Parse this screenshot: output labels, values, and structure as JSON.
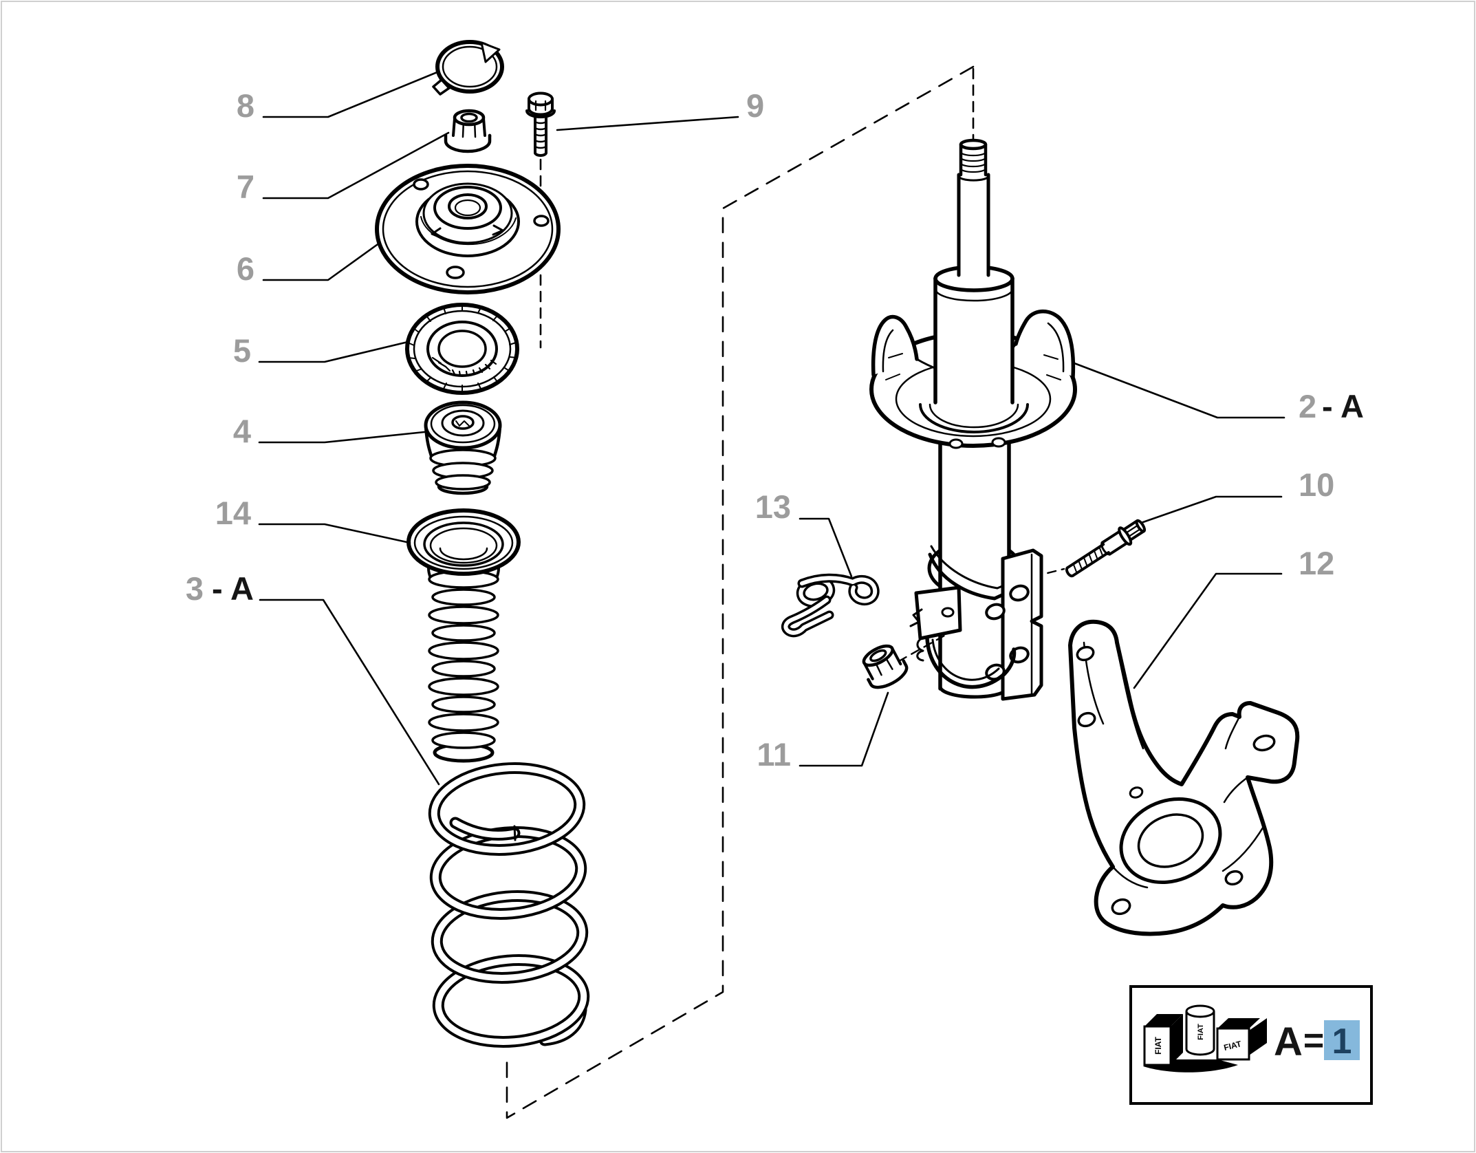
{
  "figure": {
    "kind": "exploded-parts-diagram-front-strut",
    "colors": {
      "background": "#ffffff",
      "line": "#000000",
      "callout_gray": "#9c9c9c",
      "callout_black": "#151515",
      "legend_badge_bg": "#85b8dc",
      "legend_badge_text": "#1d4160"
    }
  },
  "callouts": {
    "n2": "2",
    "n3": "3",
    "n4": "4",
    "n5": "5",
    "n6": "6",
    "n7": "7",
    "n8": "8",
    "n9": "9",
    "n10": "10",
    "n11": "11",
    "n12": "12",
    "n13": "13",
    "n14": "14",
    "suffix_a": "- A"
  },
  "legend": {
    "variable": "A",
    "equals": "=",
    "value": "1",
    "brand": "FIAT"
  }
}
